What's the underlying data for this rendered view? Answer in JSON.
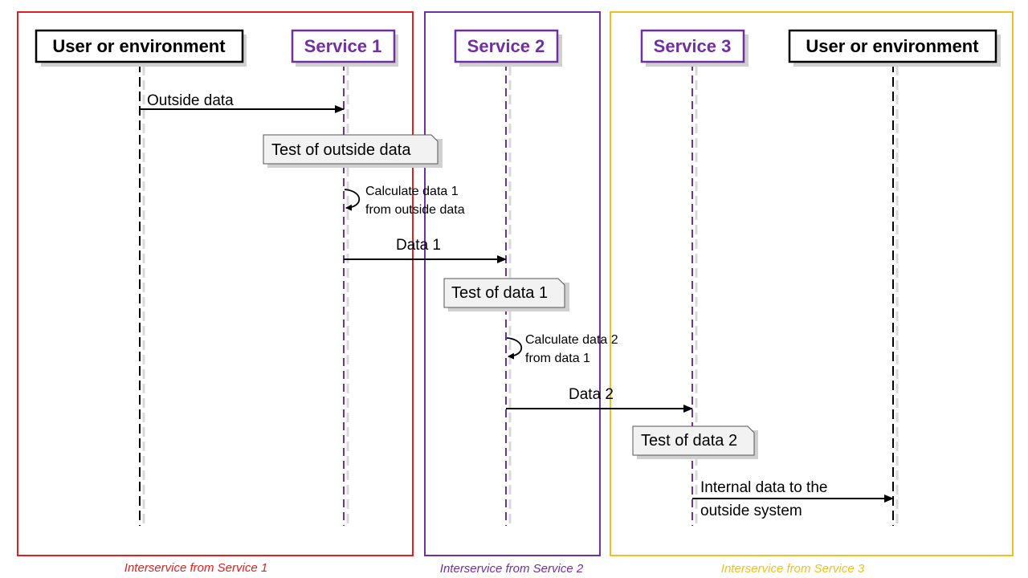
{
  "actors": {
    "user_left": "User or environment",
    "service1": "Service 1",
    "service2": "Service 2",
    "service3": "Service 3",
    "user_right": "User or environment"
  },
  "messages": {
    "outside_data": "Outside data",
    "data1": "Data 1",
    "data2": "Data 2",
    "internal_line1": "Internal data to the",
    "internal_line2": "outside system"
  },
  "self_calls": {
    "calc1_line1": "Calculate data 1",
    "calc1_line2": "from outside data",
    "calc2_line1": "Calculate data 2",
    "calc2_line2": "from data 1"
  },
  "notes": {
    "test_outside": "Test of outside data",
    "test_data1": "Test of data 1",
    "test_data2": "Test of data 2"
  },
  "groups": {
    "g1": "Interservice from Service 1",
    "g2": "Interservice from Service 2",
    "g3": "Interservice from Service 3"
  },
  "colors": {
    "group1": "#e02020",
    "group2": "#7030a0",
    "group3": "#f0c020",
    "service": "#7030a0",
    "user": "#000000"
  }
}
